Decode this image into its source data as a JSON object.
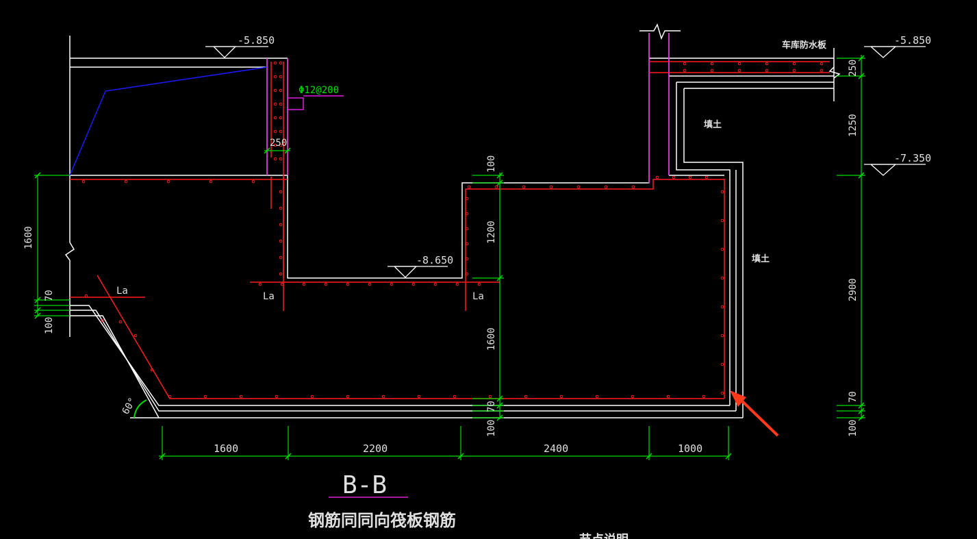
{
  "colors": {
    "background": "#000000",
    "outline": "#ffffff",
    "rebar": "#ff1a1a",
    "dimension": "#00e000",
    "magenta": "#e01ee0",
    "slope": "#1a1aff",
    "arrow": "#ff3a1a",
    "annotation_text": "#e0e0e0"
  },
  "elevations": {
    "top_left": "-5.850",
    "top_right": "-5.850",
    "right_mid": "-7.350",
    "pit_bottom": "-8.650"
  },
  "rebar_callout": "Φ12@200",
  "wall_thickness": "250",
  "anchor_label": "La",
  "angle_label": "60°",
  "labels": {
    "parking_slab": "车库防水板",
    "fill_upper": "填土",
    "fill_right": "填土"
  },
  "dims_left": {
    "d1600": "1600",
    "d70": "70",
    "d100": "100"
  },
  "dims_mid": {
    "d100": "100",
    "d1200": "1200",
    "d1600": "1600",
    "d70": "70",
    "d100b": "100"
  },
  "dims_right": {
    "d250": "250",
    "d1250": "1250",
    "d2900": "2900",
    "d70": "70",
    "d100": "100"
  },
  "dims_bottom": [
    "1600",
    "2200",
    "2400",
    "1000"
  ],
  "section_title": "B-B",
  "section_subtitle": "钢筋同同向筏板钢筋",
  "cut_off_text": "节点说明"
}
